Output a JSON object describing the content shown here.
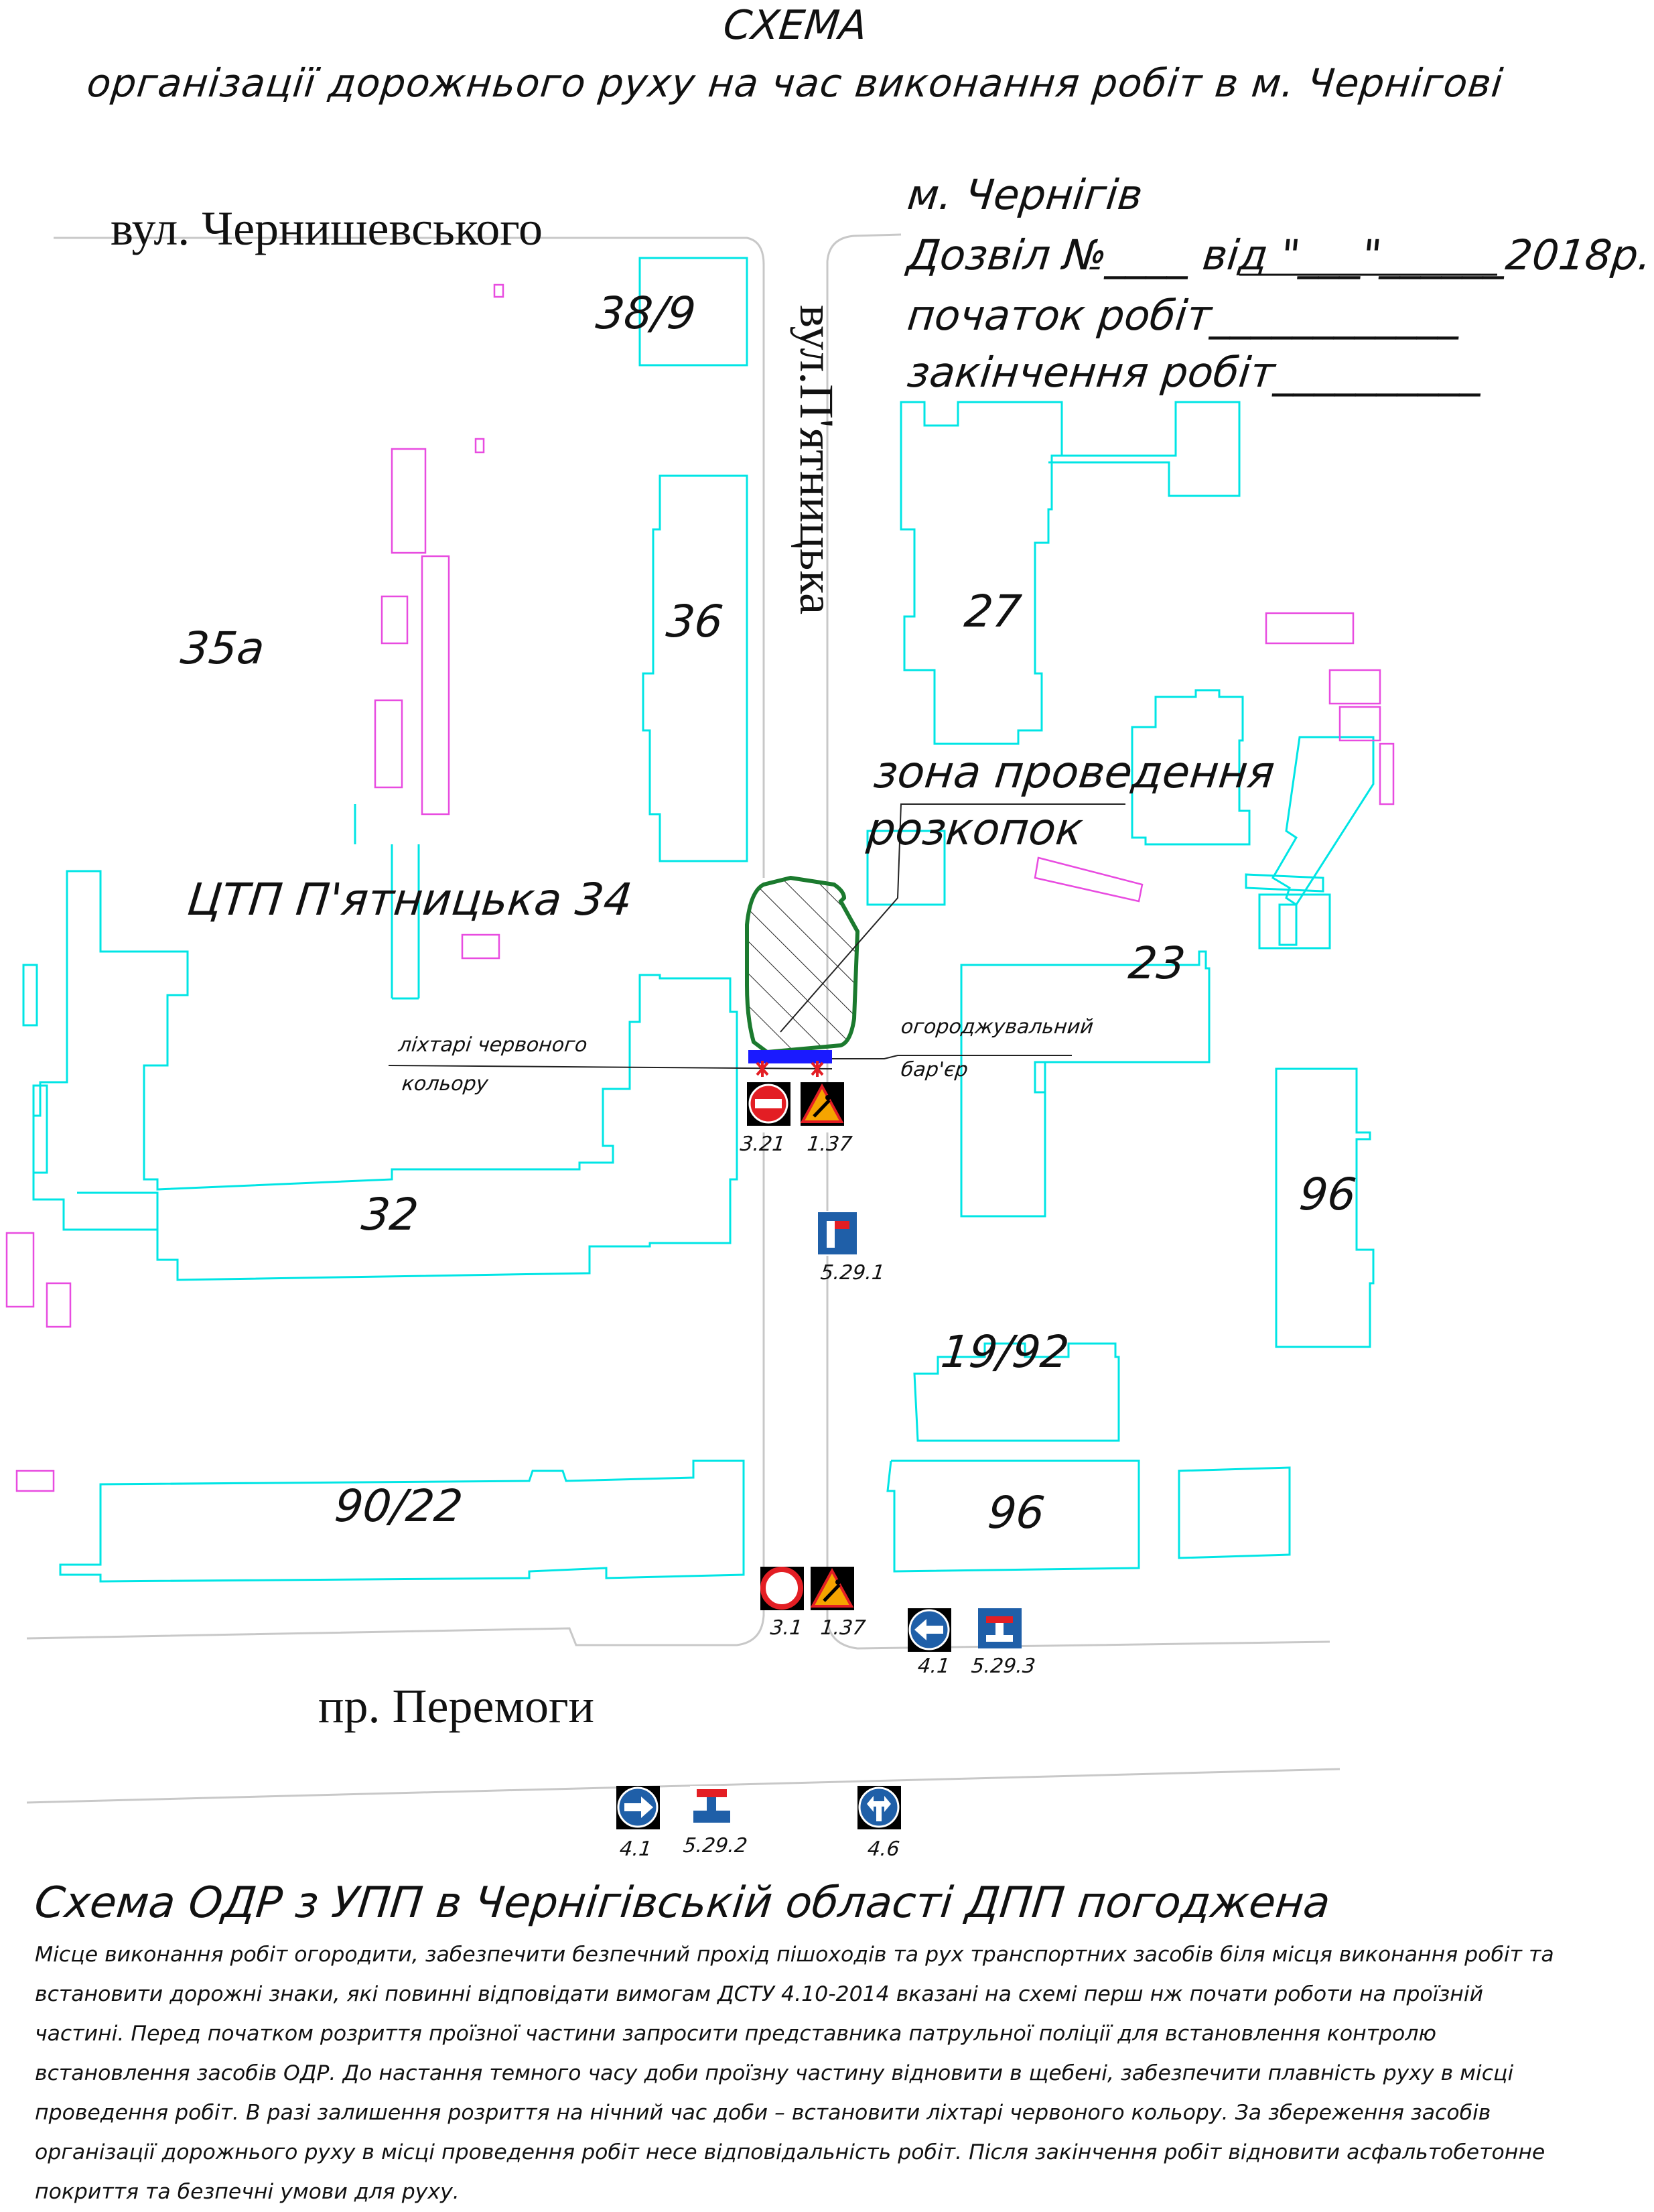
{
  "header": {
    "title": "СХЕМА",
    "subtitle": "організації дорожнього руху на час виконання робіт в м. Чернігові"
  },
  "permit": {
    "city": "м. Чернігів",
    "permit_line": "Дозвіл №____ від \"___\"______2018р.",
    "start_line": "початок робіт____________",
    "end_line": "закінчення робіт__________"
  },
  "streets": {
    "top": "вул. Чернишевського",
    "vertical": "вул.П'ятницька",
    "bottom": "пр. Перемоги"
  },
  "buildings": {
    "b38_9": "38/9",
    "b36": "36",
    "b35a": "35а",
    "b27": "27",
    "ctp": "ЦТП П'ятницька 34",
    "b23": "23",
    "b32": "32",
    "b96_right": "96",
    "b19_92": "19/92",
    "b90_22": "90/22",
    "b96_bottom": "96"
  },
  "annotations": {
    "zone_line1": "зона проведення",
    "zone_line2": "розкопок",
    "lights_line1": "ліхтарі червоного",
    "lights_line2": "кольору",
    "barrier_line1": "огороджувальний",
    "barrier_line2": "бар'єр"
  },
  "signs": {
    "s321": "3.21",
    "s137a": "1.37",
    "s5291": "5.29.1",
    "s31": "3.1",
    "s137b": "1.37",
    "s41a": "4.1",
    "s5293": "5.29.3",
    "s41b": "4.1",
    "s5292": "5.29.2",
    "s46": "4.6"
  },
  "colors": {
    "building": "#00e5e5",
    "outbuilding": "#e84ce0",
    "zone": "#1b7a2e",
    "barrier": "#1a1aff",
    "sign_red": "#e31e24",
    "sign_blue": "#1f5fa8",
    "sign_warning": "#f5a400"
  },
  "footer": {
    "approval": "Схема ОДР з УПП в Чернігівській області ДПП погоджена",
    "note": "Місце виконання робіт огородити, забезпечити безпечний прохід пішоходів та рух транспортних засобів біля місця виконання робіт та встановити дорожні знаки, які повинні відповідати вимогам ДСТУ 4.10-2014 вказані на схемі перш нж почати роботи на проїзній частині. Перед початком розриття проїзної частини запросити представника патрульної поліції для встановлення контролю встановлення засобів ОДР. До настання темного часу доби проїзну частину відновити в щебені, забезпечити плавність руху в місці проведення робіт. В разі залишення розриття на нічний час доби – встановити ліхтарі червоного кольору. За збереження засобів організації дорожнього руху в місці проведення робіт несе відповідальність робіт. Після закінчення робіт відновити асфальтобетонне покриття та безпечні умови для руху."
  }
}
